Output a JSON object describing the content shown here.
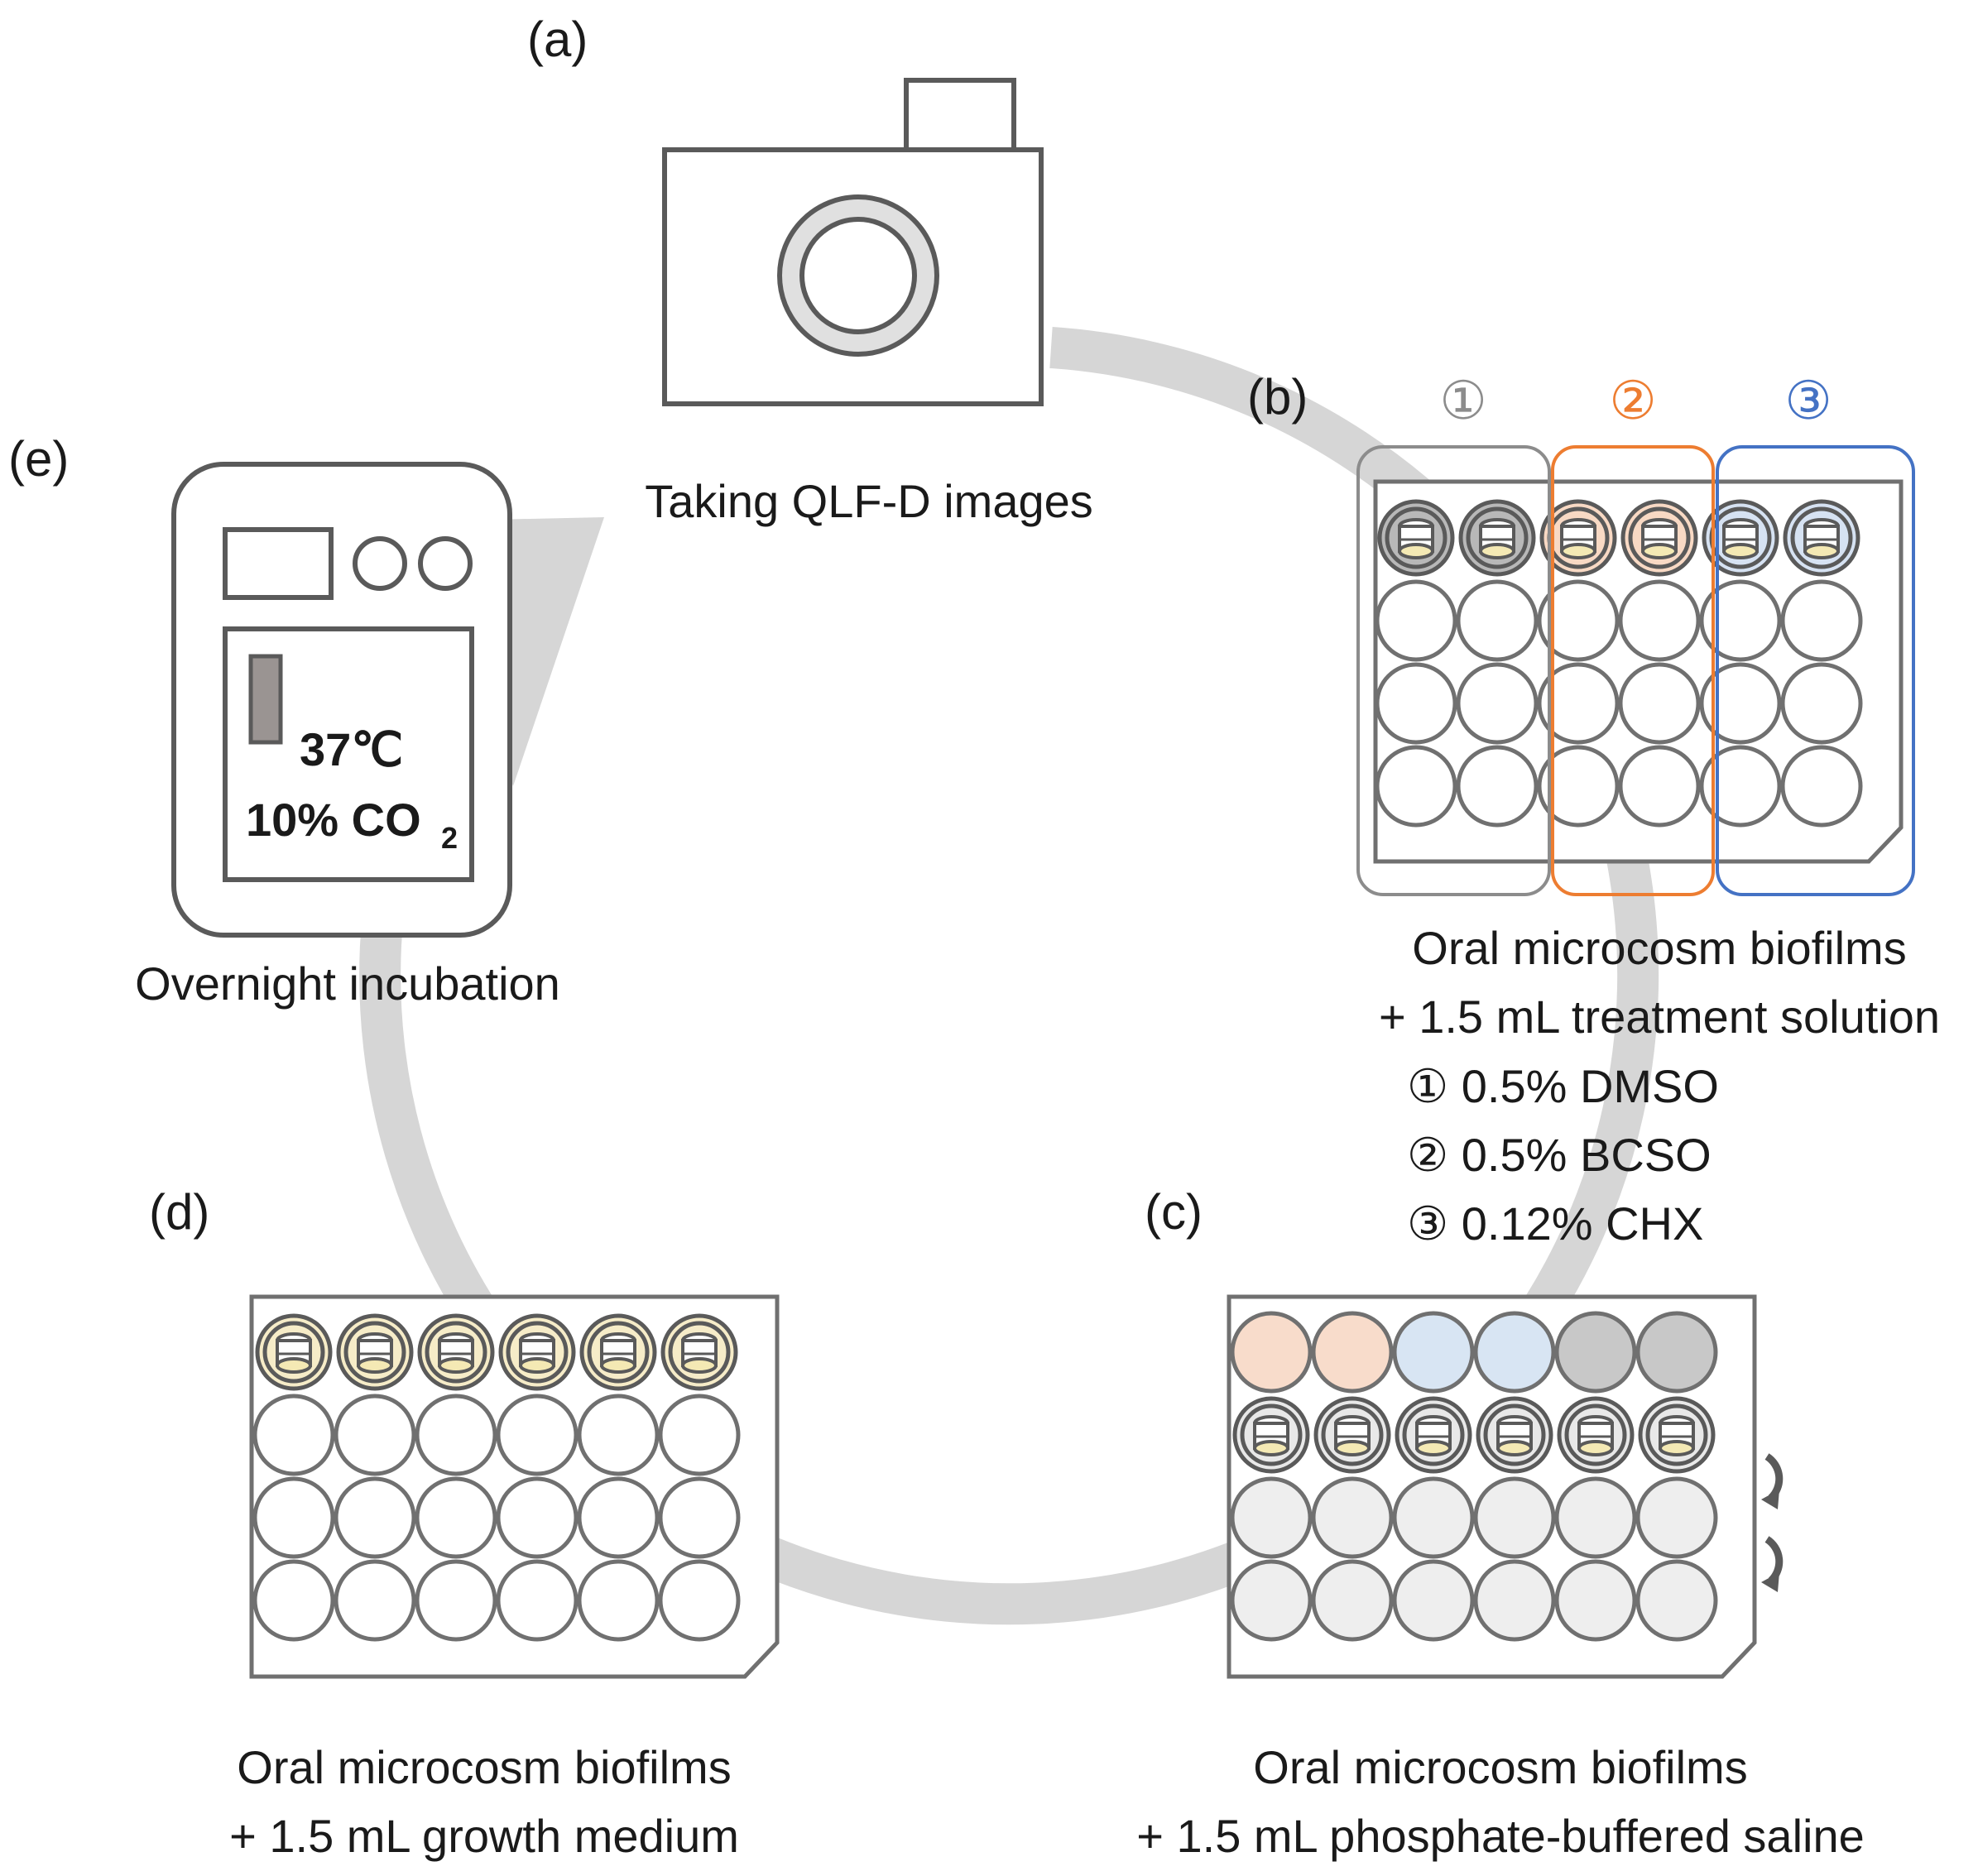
{
  "panels": {
    "a": {
      "label": "(a)",
      "caption": "Taking QLF-D images"
    },
    "b": {
      "label": "(b)",
      "caption_line1": "Oral microcosm biofilms",
      "caption_line2": "+ 1.5 mL treatment solution",
      "groups": [
        {
          "marker": "①",
          "text": "0.5% DMSO",
          "color": "#8c8c8c",
          "fill": "#b8b8b8"
        },
        {
          "marker": "②",
          "text": "0.5% BCSO",
          "color": "#ed7d31",
          "fill": "#f8d9c4"
        },
        {
          "marker": "③",
          "text": "0.12% CHX",
          "color": "#4472c4",
          "fill": "#d6e2f2"
        }
      ],
      "treatments": [
        "① 0.5% DMSO",
        "② 0.5% BCSO",
        "③ 0.12% CHX"
      ]
    },
    "c": {
      "label": "(c)",
      "caption_line1": "Oral microcosm biofilms",
      "caption_line2": "+ 1.5 mL phosphate-buffered saline",
      "top_row_colors": [
        "#f8dccb",
        "#f8dccb",
        "#d8e5f3",
        "#d8e5f3",
        "#c8c8c8",
        "#c8c8c8"
      ],
      "pbs_fill": "#eeeeee"
    },
    "d": {
      "label": "(d)",
      "caption_line1": "Oral microcosm biofilms",
      "caption_line2": "+ 1.5 mL growth medium",
      "medium_fill": "#f6ecc8"
    },
    "e": {
      "label": "(e)",
      "caption": "Overnight incubation",
      "temperature": "37℃",
      "co2": "10% CO",
      "co2_subscript": "2"
    }
  },
  "icons": [
    "camera-icon",
    "well-plate-icon",
    "incubator-icon",
    "cycle-arrow-icon",
    "rotate-arrow-icon"
  ],
  "colors": {
    "outline": "#5a5a5a",
    "cycle_arrow": "#d6d6d6"
  }
}
